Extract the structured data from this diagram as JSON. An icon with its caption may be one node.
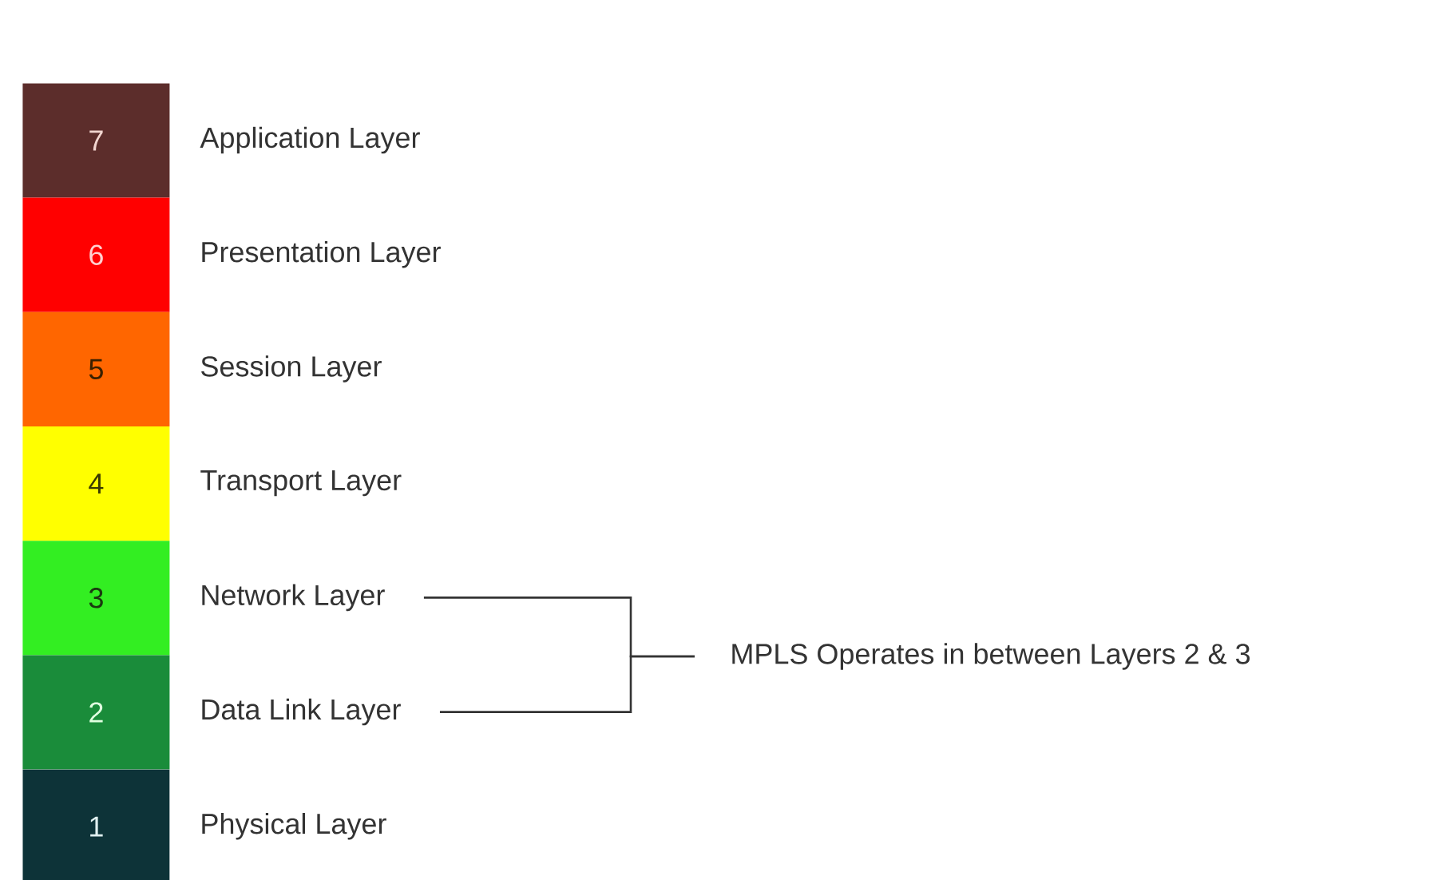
{
  "diagram": {
    "nodes": [
      {
        "text": [
          "7"
        ]
      },
      {
        "text": [
          "6"
        ]
      },
      {
        "text": [
          "5"
        ]
      },
      {
        "text": [
          "4"
        ]
      },
      {
        "text": [
          "3"
        ]
      },
      {
        "text": [
          "2"
        ]
      },
      {
        "text": [
          "1"
        ]
      },
      {
        "text": [
          "Application Layer"
        ]
      },
      {
        "text": [
          "Presentation Layer"
        ]
      },
      {
        "text": [
          "Session Layer"
        ]
      },
      {
        "text": [
          "Transport Layer"
        ]
      },
      {
        "text": [
          "Network Layer"
        ]
      },
      {
        "text": [
          "Data Link Layer"
        ]
      },
      {
        "text": [
          "Physical Layer"
        ]
      },
      {
        "text": [
          "MPLS Operates in between Layers 2 & 3"
        ]
      }
    ],
    "edges": [
      {
        "from": 11,
        "to": 14,
        "arrow": "none"
      },
      {
        "from": 12,
        "to": 14,
        "arrow": "none"
      }
    ]
  }
}
